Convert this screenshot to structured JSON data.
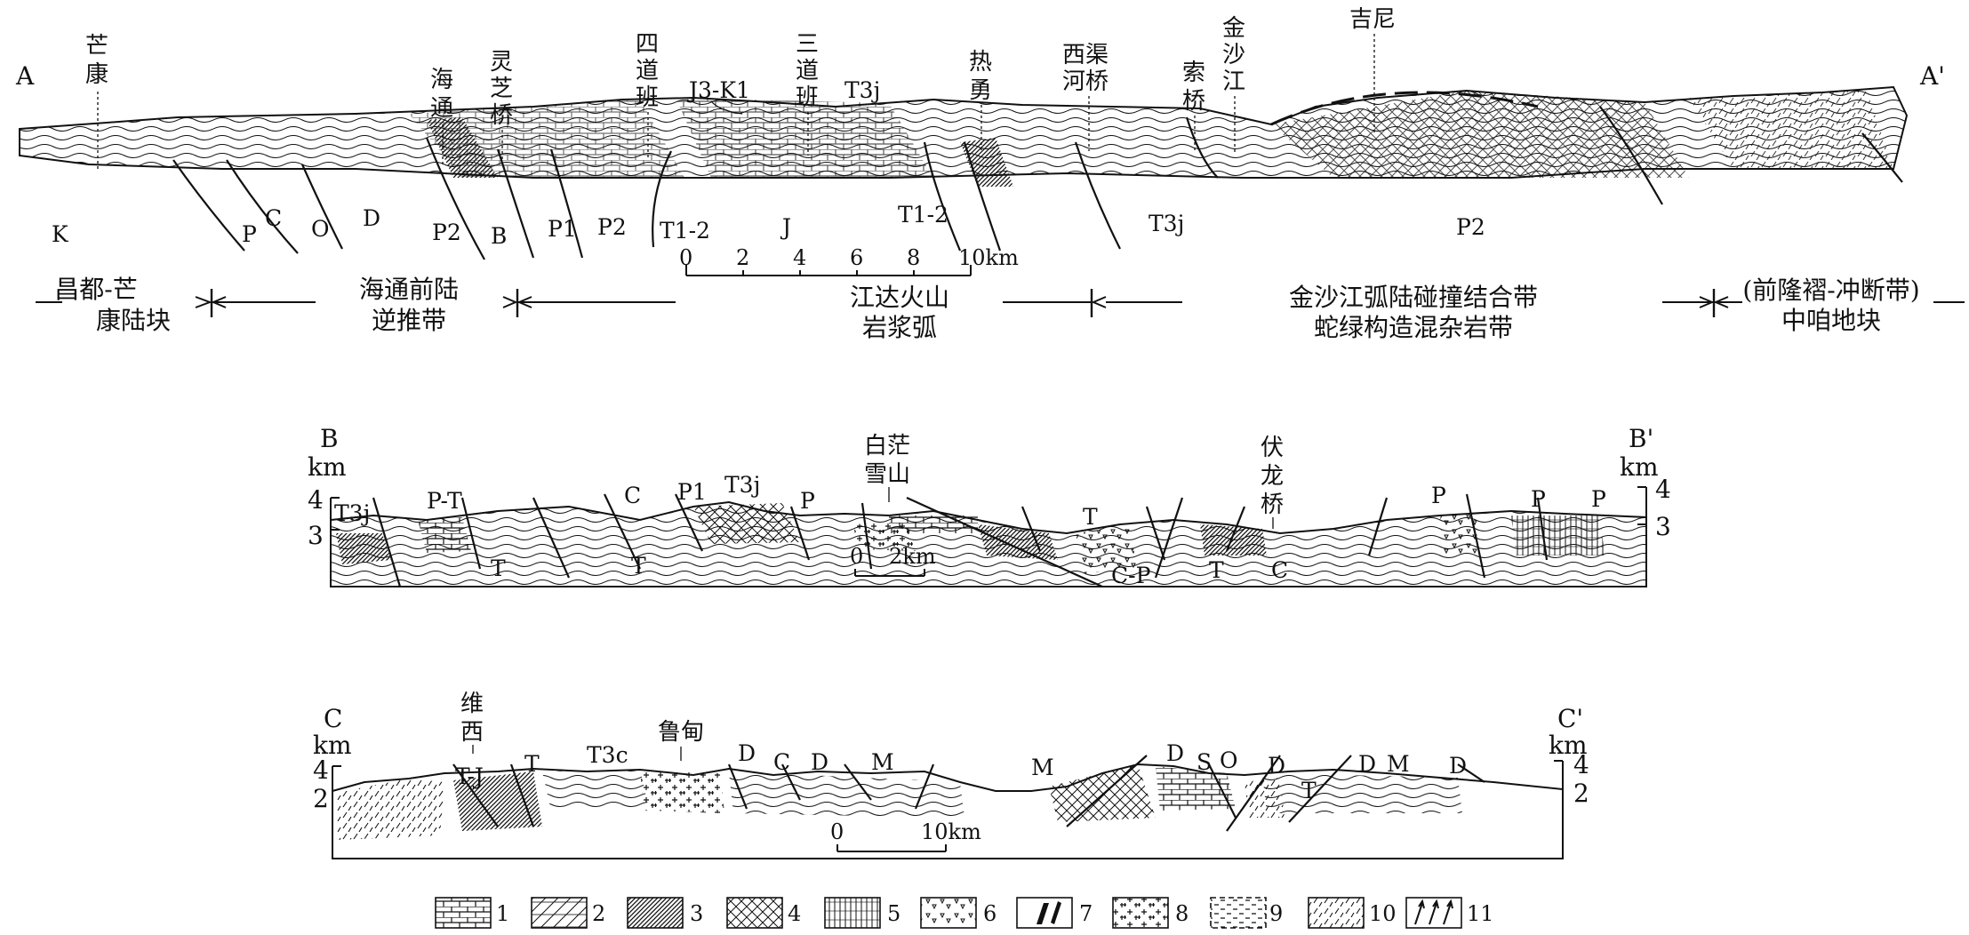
{
  "section_a": {
    "start_label": "A",
    "end_label": "A'",
    "places": [
      {
        "id": "mangkang",
        "chars": [
          "芒",
          "康"
        ]
      },
      {
        "id": "haitong",
        "chars": [
          "海",
          "通"
        ]
      },
      {
        "id": "lingzhiqiao",
        "chars": [
          "灵",
          "芝",
          "桥"
        ]
      },
      {
        "id": "sidaoban",
        "chars": [
          "四",
          "道",
          "班"
        ]
      },
      {
        "id": "sandaoban",
        "chars": [
          "三",
          "道",
          "班"
        ]
      },
      {
        "id": "reyong",
        "chars": [
          "热",
          "勇"
        ]
      },
      {
        "id": "xiquhe",
        "chars": [
          "西渠",
          "河桥"
        ]
      },
      {
        "id": "suoqiao",
        "chars": [
          "索",
          "桥"
        ]
      },
      {
        "id": "jinshajiang",
        "chars": [
          "金",
          "沙",
          "江"
        ]
      },
      {
        "id": "jini",
        "chars": [
          "吉尼"
        ]
      }
    ],
    "strata": [
      "K",
      "P",
      "C",
      "O",
      "D",
      "P2",
      "B",
      "P1",
      "P2",
      "T1-2",
      "J",
      "T1-2",
      "T3j",
      "P2",
      "J3-K1",
      "T3j"
    ],
    "scale": {
      "ticks": [
        "0",
        "2",
        "4",
        "6",
        "8",
        "10km"
      ]
    },
    "zones": [
      {
        "lines": [
          "昌都-芒",
          "康陆块"
        ]
      },
      {
        "lines": [
          "海通前陆",
          "逆推带"
        ]
      },
      {
        "lines": [
          "江达火山",
          "岩浆弧"
        ]
      },
      {
        "lines": [
          "金沙江弧陆碰撞结合带",
          "蛇绿构造混杂岩带"
        ]
      },
      {
        "lines": [
          "(前隆褶-冲断带)",
          "中咱地块"
        ]
      }
    ]
  },
  "section_b": {
    "start_label": "B",
    "end_label": "B'",
    "unit": "km",
    "elev_left": [
      "4",
      "3"
    ],
    "elev_right": [
      "4",
      "3"
    ],
    "places": [
      {
        "id": "baimang",
        "lines": [
          "白茫",
          "雪山"
        ]
      },
      {
        "id": "fulongqiao",
        "chars": [
          "伏",
          "龙",
          "桥"
        ]
      }
    ],
    "strata": [
      "T3j",
      "P-T",
      "C",
      "P1",
      "T3j",
      "P",
      "T",
      "T",
      "T",
      "C-P",
      "T",
      "C",
      "P",
      "P",
      "P"
    ],
    "scale": {
      "ticks": [
        "0",
        "2km"
      ]
    }
  },
  "section_c": {
    "start_label": "C",
    "end_label": "C'",
    "unit": "km",
    "elev_left": [
      "4",
      "2"
    ],
    "elev_right": [
      "4",
      "2"
    ],
    "places": [
      {
        "id": "weixi",
        "chars": [
          "维",
          "西"
        ]
      },
      {
        "id": "ludian",
        "chars": [
          "鲁甸"
        ]
      }
    ],
    "strata": [
      "T-J",
      "T",
      "T3c",
      "D",
      "C",
      "D",
      "M",
      "M",
      "D",
      "S",
      "O",
      "D",
      "T",
      "D",
      "M",
      "D"
    ],
    "scale": {
      "ticks": [
        "0",
        "10km"
      ]
    }
  },
  "legend": {
    "items": [
      {
        "num": "1",
        "pattern": "limestone"
      },
      {
        "num": "2",
        "pattern": "dolomite"
      },
      {
        "num": "3",
        "pattern": "sandstone-dense"
      },
      {
        "num": "4",
        "pattern": "cross-hatch"
      },
      {
        "num": "5",
        "pattern": "vertical-lines"
      },
      {
        "num": "6",
        "pattern": "volcanic"
      },
      {
        "num": "7",
        "pattern": "ultramafic"
      },
      {
        "num": "8",
        "pattern": "granite-plus"
      },
      {
        "num": "9",
        "pattern": "dashes"
      },
      {
        "num": "10",
        "pattern": "slanted-dashes"
      },
      {
        "num": "11",
        "pattern": "fault-arrows"
      }
    ]
  },
  "colors": {
    "ink": "#111111",
    "background": "#ffffff"
  }
}
